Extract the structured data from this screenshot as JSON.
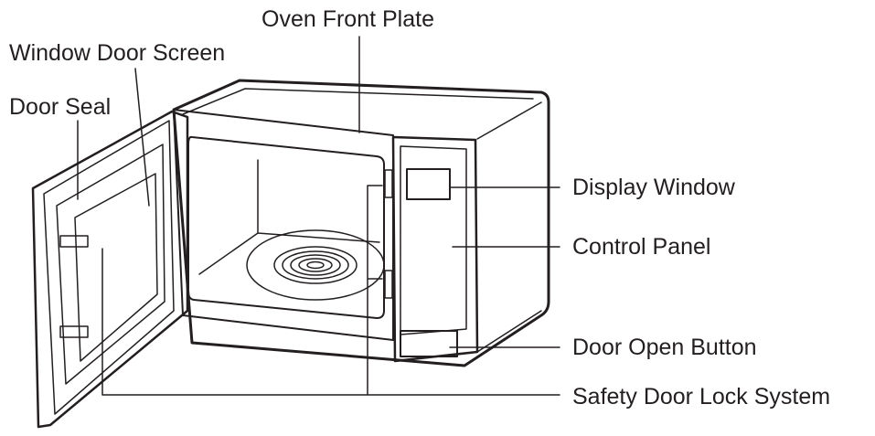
{
  "diagram": {
    "labels": {
      "oven_front_plate": "Oven Front Plate",
      "window_door_screen": "Window Door Screen",
      "door_seal": "Door Seal",
      "display_window": "Display Window",
      "control_panel": "Control Panel",
      "door_open_button": "Door Open Button",
      "safety_door_lock_system": "Safety Door Lock System"
    },
    "colors": {
      "ink": "#231f20",
      "background": "#ffffff"
    }
  }
}
